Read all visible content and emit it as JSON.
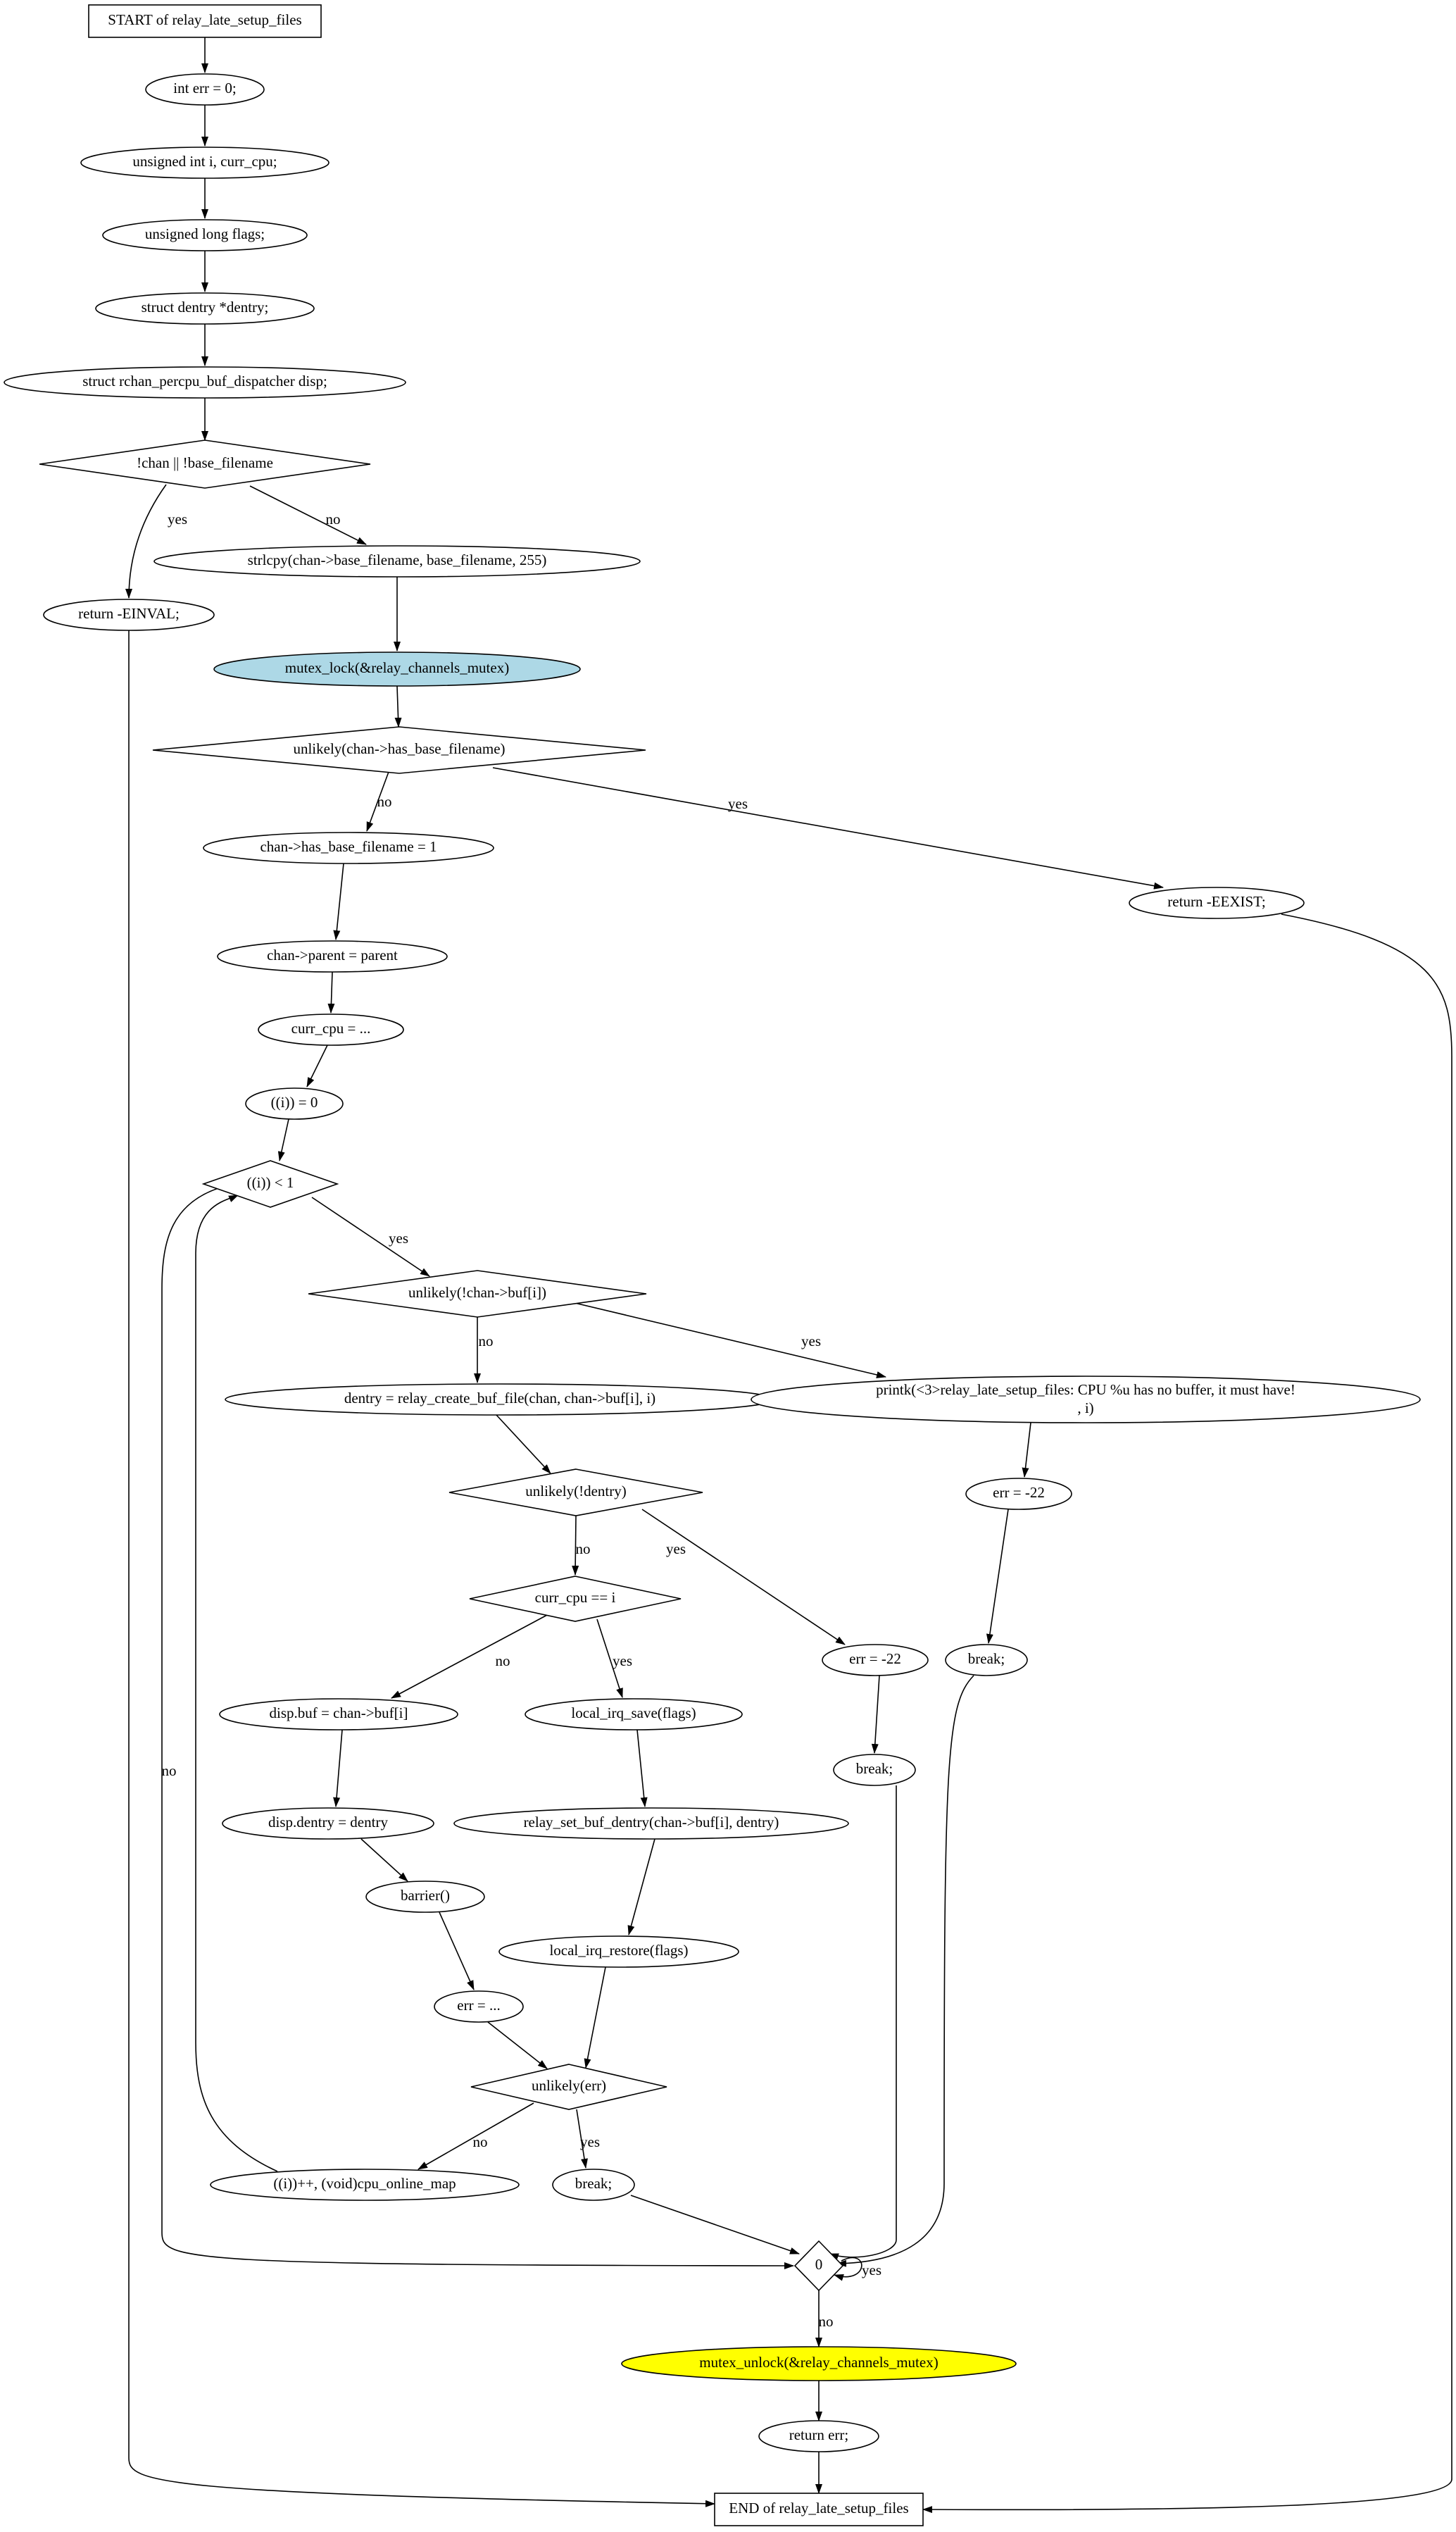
{
  "diagram": {
    "colors": {
      "line": "#000000",
      "background": "#ffffff",
      "lock_fill": "#add8e6",
      "unlock_fill": "#ffff00"
    },
    "nodes": {
      "start": {
        "label": "START of relay_late_setup_files",
        "shape": "box"
      },
      "n_err_init": {
        "label": "int err = 0;",
        "shape": "ellipse"
      },
      "n_unsigned_int": {
        "label": "unsigned int i, curr_cpu;",
        "shape": "ellipse"
      },
      "n_flags": {
        "label": "unsigned long flags;",
        "shape": "ellipse"
      },
      "n_dentry_decl": {
        "label": "struct dentry *dentry;",
        "shape": "ellipse"
      },
      "n_disp_decl": {
        "label": "struct rchan_percpu_buf_dispatcher disp;",
        "shape": "ellipse"
      },
      "d_chan_check": {
        "label": "!chan || !base_filename",
        "shape": "diamond"
      },
      "n_return_einval": {
        "label": "return -EINVAL;",
        "shape": "ellipse"
      },
      "n_strlcpy": {
        "label": "strlcpy(chan->base_filename, base_filename, 255)",
        "shape": "ellipse"
      },
      "n_mutex_lock": {
        "label": "mutex_lock(&relay_channels_mutex)",
        "shape": "ellipse",
        "fill": "lock_fill"
      },
      "d_has_base": {
        "label": "unlikely(chan->has_base_filename)",
        "shape": "diamond"
      },
      "n_set_has_base": {
        "label": "chan->has_base_filename = 1",
        "shape": "ellipse"
      },
      "n_return_eexist": {
        "label": "return -EEXIST;",
        "shape": "ellipse"
      },
      "n_parent": {
        "label": "chan->parent = parent",
        "shape": "ellipse"
      },
      "n_curr_cpu": {
        "label": "curr_cpu = ...",
        "shape": "ellipse"
      },
      "n_i_zero": {
        "label": "((i)) = 0",
        "shape": "ellipse"
      },
      "d_i_lt_1": {
        "label": "((i)) < 1",
        "shape": "diamond"
      },
      "d_buf_check": {
        "label": "unlikely(!chan->buf[i])",
        "shape": "diamond"
      },
      "n_create_file": {
        "label": "dentry = relay_create_buf_file(chan, chan->buf[i], i)",
        "shape": "ellipse"
      },
      "n_printk": {
        "label": "printk(<3>relay_late_setup_files: CPU %u has no buffer, it must have!",
        "label2": ", i)",
        "shape": "ellipse"
      },
      "d_dentry_null": {
        "label": "unlikely(!dentry)",
        "shape": "diamond"
      },
      "n_err_22_a": {
        "label": "err = -22",
        "shape": "ellipse"
      },
      "d_curr_cpu_eq": {
        "label": "curr_cpu == i",
        "shape": "diamond"
      },
      "n_err_22_b": {
        "label": "err = -22",
        "shape": "ellipse"
      },
      "n_break_a": {
        "label": "break;",
        "shape": "ellipse"
      },
      "n_disp_buf": {
        "label": "disp.buf = chan->buf[i]",
        "shape": "ellipse"
      },
      "n_irq_save": {
        "label": "local_irq_save(flags)",
        "shape": "ellipse"
      },
      "n_break_b": {
        "label": "break;",
        "shape": "ellipse"
      },
      "n_disp_dentry": {
        "label": "disp.dentry = dentry",
        "shape": "ellipse"
      },
      "n_set_buf_dentry": {
        "label": "relay_set_buf_dentry(chan->buf[i], dentry)",
        "shape": "ellipse"
      },
      "n_barrier": {
        "label": "barrier()",
        "shape": "ellipse"
      },
      "n_irq_restore": {
        "label": "local_irq_restore(flags)",
        "shape": "ellipse"
      },
      "n_err_dots": {
        "label": "err = ...",
        "shape": "ellipse"
      },
      "d_unlikely_err": {
        "label": "unlikely(err)",
        "shape": "diamond"
      },
      "n_incr": {
        "label": "((i))++, (void)cpu_online_map",
        "shape": "ellipse"
      },
      "n_break_c": {
        "label": "break;",
        "shape": "ellipse"
      },
      "d_zero": {
        "label": "0",
        "shape": "diamond"
      },
      "n_mutex_unlock": {
        "label": "mutex_unlock(&relay_channels_mutex)",
        "shape": "ellipse",
        "fill": "unlock_fill"
      },
      "n_return_err": {
        "label": "return err;",
        "shape": "ellipse"
      },
      "end": {
        "label": "END of relay_late_setup_files",
        "shape": "box"
      }
    },
    "edges": [
      {
        "from": "start",
        "to": "n_err_init",
        "label": ""
      },
      {
        "from": "n_err_init",
        "to": "n_unsigned_int",
        "label": ""
      },
      {
        "from": "n_unsigned_int",
        "to": "n_flags",
        "label": ""
      },
      {
        "from": "n_flags",
        "to": "n_dentry_decl",
        "label": ""
      },
      {
        "from": "n_dentry_decl",
        "to": "n_disp_decl",
        "label": ""
      },
      {
        "from": "n_disp_decl",
        "to": "d_chan_check",
        "label": ""
      },
      {
        "from": "d_chan_check",
        "to": "n_return_einval",
        "label": "yes"
      },
      {
        "from": "d_chan_check",
        "to": "n_strlcpy",
        "label": "no"
      },
      {
        "from": "n_strlcpy",
        "to": "n_mutex_lock",
        "label": ""
      },
      {
        "from": "n_mutex_lock",
        "to": "d_has_base",
        "label": ""
      },
      {
        "from": "d_has_base",
        "to": "n_set_has_base",
        "label": "no"
      },
      {
        "from": "d_has_base",
        "to": "n_return_eexist",
        "label": "yes"
      },
      {
        "from": "n_set_has_base",
        "to": "n_parent",
        "label": ""
      },
      {
        "from": "n_parent",
        "to": "n_curr_cpu",
        "label": ""
      },
      {
        "from": "n_curr_cpu",
        "to": "n_i_zero",
        "label": ""
      },
      {
        "from": "n_i_zero",
        "to": "d_i_lt_1",
        "label": ""
      },
      {
        "from": "d_i_lt_1",
        "to": "d_buf_check",
        "label": "yes"
      },
      {
        "from": "d_i_lt_1",
        "to": "d_zero",
        "label": "no"
      },
      {
        "from": "d_buf_check",
        "to": "n_create_file",
        "label": "no"
      },
      {
        "from": "d_buf_check",
        "to": "n_printk",
        "label": "yes"
      },
      {
        "from": "n_create_file",
        "to": "d_dentry_null",
        "label": ""
      },
      {
        "from": "n_printk",
        "to": "n_err_22_a",
        "label": ""
      },
      {
        "from": "d_dentry_null",
        "to": "d_curr_cpu_eq",
        "label": "no"
      },
      {
        "from": "d_dentry_null",
        "to": "n_err_22_b",
        "label": "yes"
      },
      {
        "from": "n_err_22_a",
        "to": "n_break_a",
        "label": ""
      },
      {
        "from": "d_curr_cpu_eq",
        "to": "n_disp_buf",
        "label": "no"
      },
      {
        "from": "d_curr_cpu_eq",
        "to": "n_irq_save",
        "label": "yes"
      },
      {
        "from": "n_err_22_b",
        "to": "n_break_b",
        "label": ""
      },
      {
        "from": "n_disp_buf",
        "to": "n_disp_dentry",
        "label": ""
      },
      {
        "from": "n_irq_save",
        "to": "n_set_buf_dentry",
        "label": ""
      },
      {
        "from": "n_disp_dentry",
        "to": "n_barrier",
        "label": ""
      },
      {
        "from": "n_set_buf_dentry",
        "to": "n_irq_restore",
        "label": ""
      },
      {
        "from": "n_barrier",
        "to": "n_err_dots",
        "label": ""
      },
      {
        "from": "n_irq_restore",
        "to": "d_unlikely_err",
        "label": ""
      },
      {
        "from": "n_err_dots",
        "to": "d_unlikely_err",
        "label": ""
      },
      {
        "from": "d_unlikely_err",
        "to": "n_incr",
        "label": "no"
      },
      {
        "from": "d_unlikely_err",
        "to": "n_break_c",
        "label": "yes"
      },
      {
        "from": "n_incr",
        "to": "d_i_lt_1",
        "label": ""
      },
      {
        "from": "n_break_c",
        "to": "d_zero",
        "label": ""
      },
      {
        "from": "n_break_b",
        "to": "d_zero",
        "label": ""
      },
      {
        "from": "n_break_a",
        "to": "d_zero",
        "label": ""
      },
      {
        "from": "d_zero",
        "to": "d_zero",
        "label": "yes"
      },
      {
        "from": "d_zero",
        "to": "n_mutex_unlock",
        "label": "no"
      },
      {
        "from": "n_mutex_unlock",
        "to": "n_return_err",
        "label": ""
      },
      {
        "from": "n_return_err",
        "to": "end",
        "label": ""
      },
      {
        "from": "n_return_einval",
        "to": "end",
        "label": ""
      },
      {
        "from": "n_return_eexist",
        "to": "end",
        "label": ""
      }
    ]
  }
}
